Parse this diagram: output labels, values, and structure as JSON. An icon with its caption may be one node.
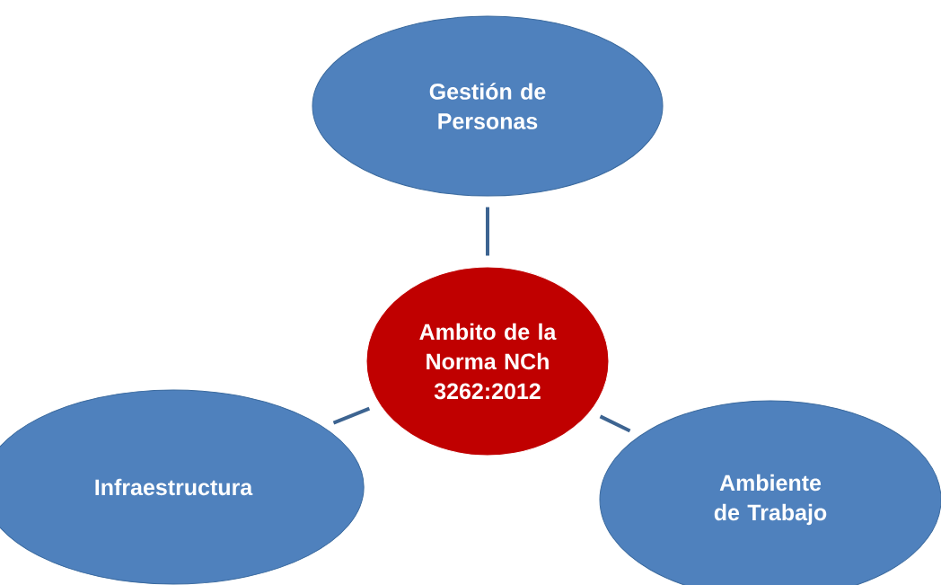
{
  "diagram": {
    "nodes": [
      {
        "text": [
          "Gestión de Personas"
        ]
      },
      {
        "text": [
          "Ambito de la Norma NCh 3262:2012"
        ]
      },
      {
        "text": [
          "Infraestructura"
        ]
      },
      {
        "text": [
          "Ambiente de Trabajo"
        ]
      }
    ],
    "edges": [
      {
        "from": 1,
        "to": 0,
        "arrow": "none"
      },
      {
        "from": 1,
        "to": 2,
        "arrow": "none"
      },
      {
        "from": 1,
        "to": 3,
        "arrow": "none"
      }
    ]
  }
}
